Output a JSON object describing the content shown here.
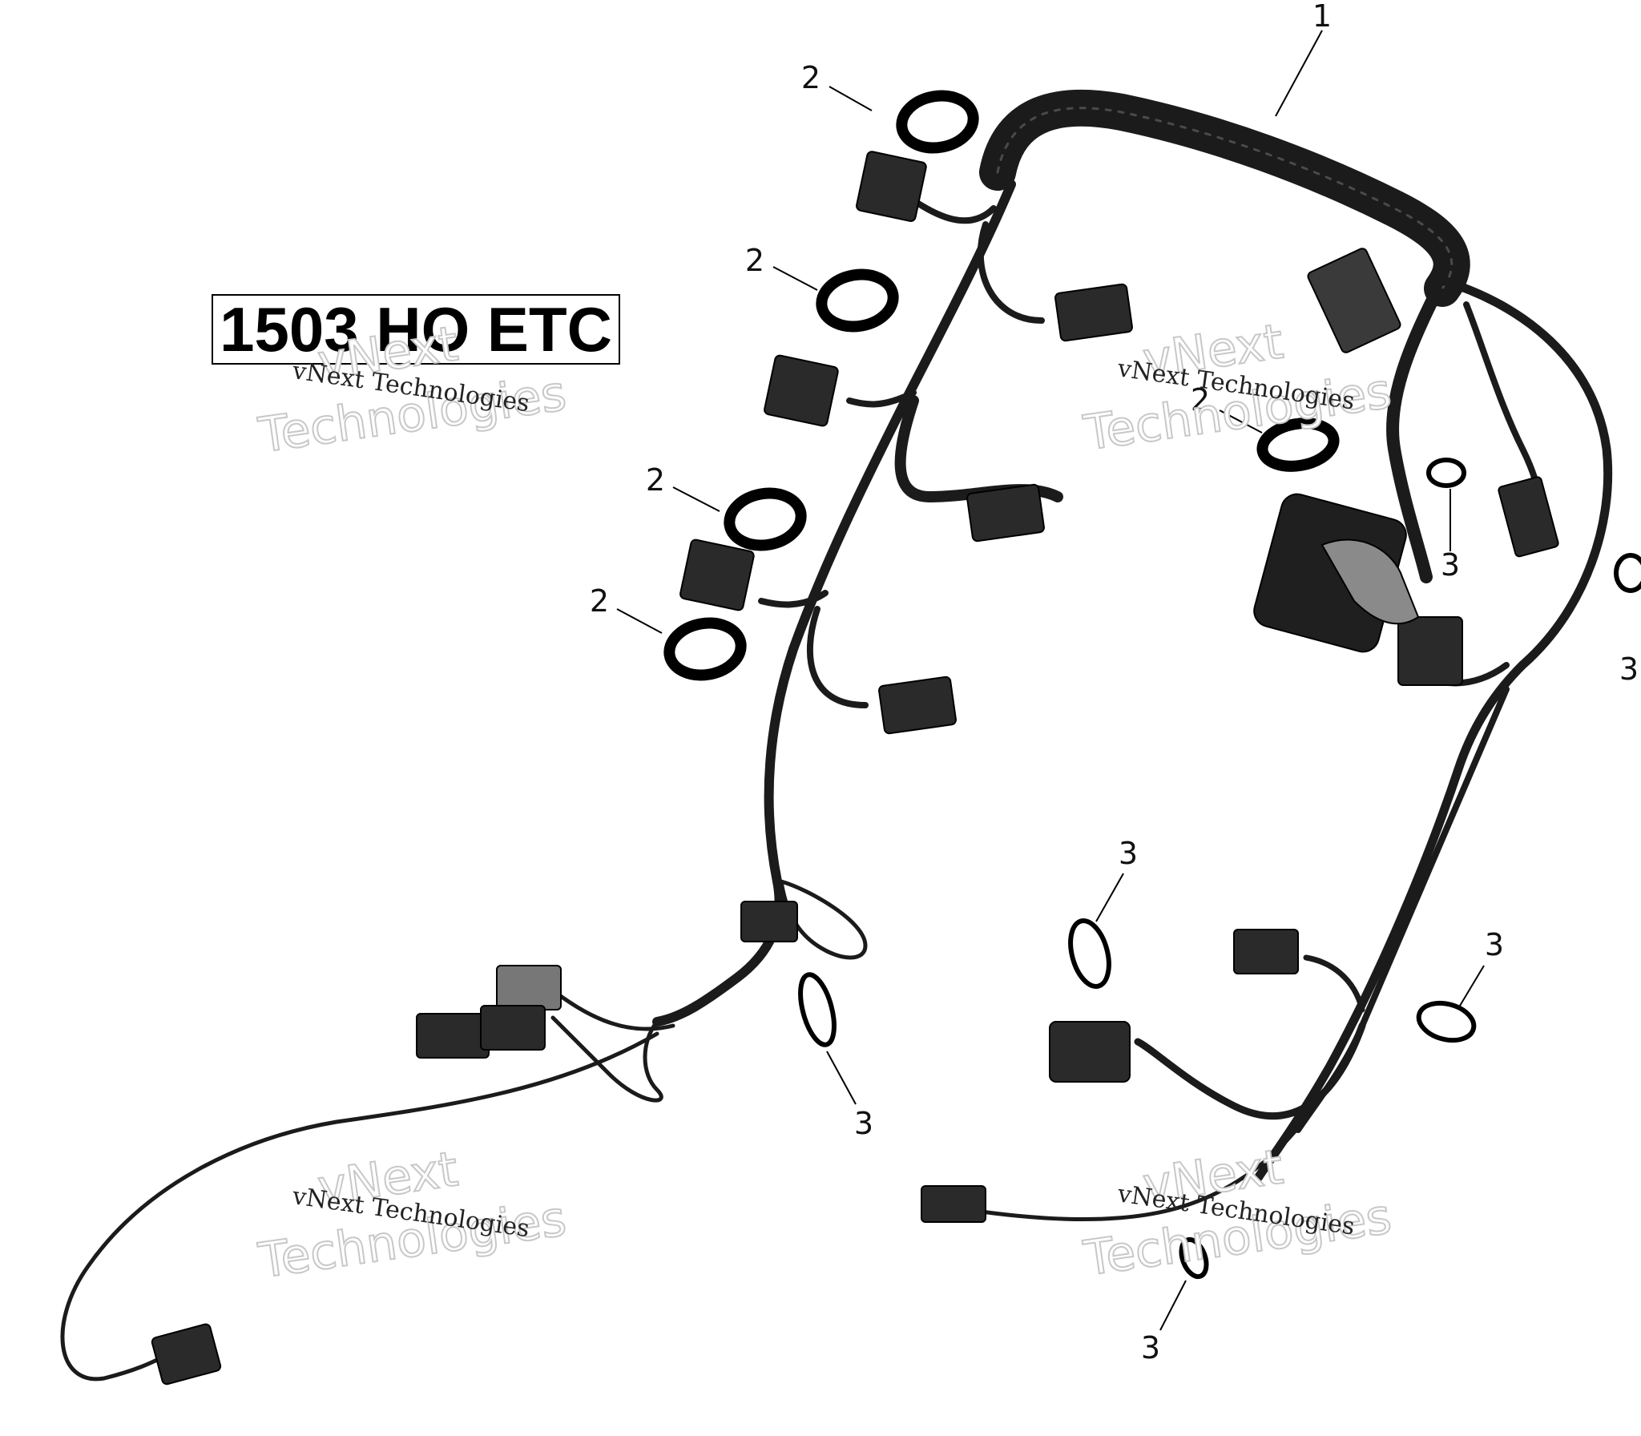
{
  "title": "1503 HO ETC",
  "watermark": {
    "line1": "vNext Technologies",
    "line2": "vNext",
    "line3": "Technologies"
  },
  "callouts": [
    {
      "label": "1"
    },
    {
      "label": "2"
    },
    {
      "label": "2"
    },
    {
      "label": "2"
    },
    {
      "label": "2"
    },
    {
      "label": "2"
    },
    {
      "label": "3"
    },
    {
      "label": "3"
    },
    {
      "label": "3"
    },
    {
      "label": "3"
    },
    {
      "label": "3"
    },
    {
      "label": "3"
    }
  ],
  "colors": {
    "harness": "#1b1b1b",
    "connector": "#2a2a2a",
    "line": "#000000"
  }
}
